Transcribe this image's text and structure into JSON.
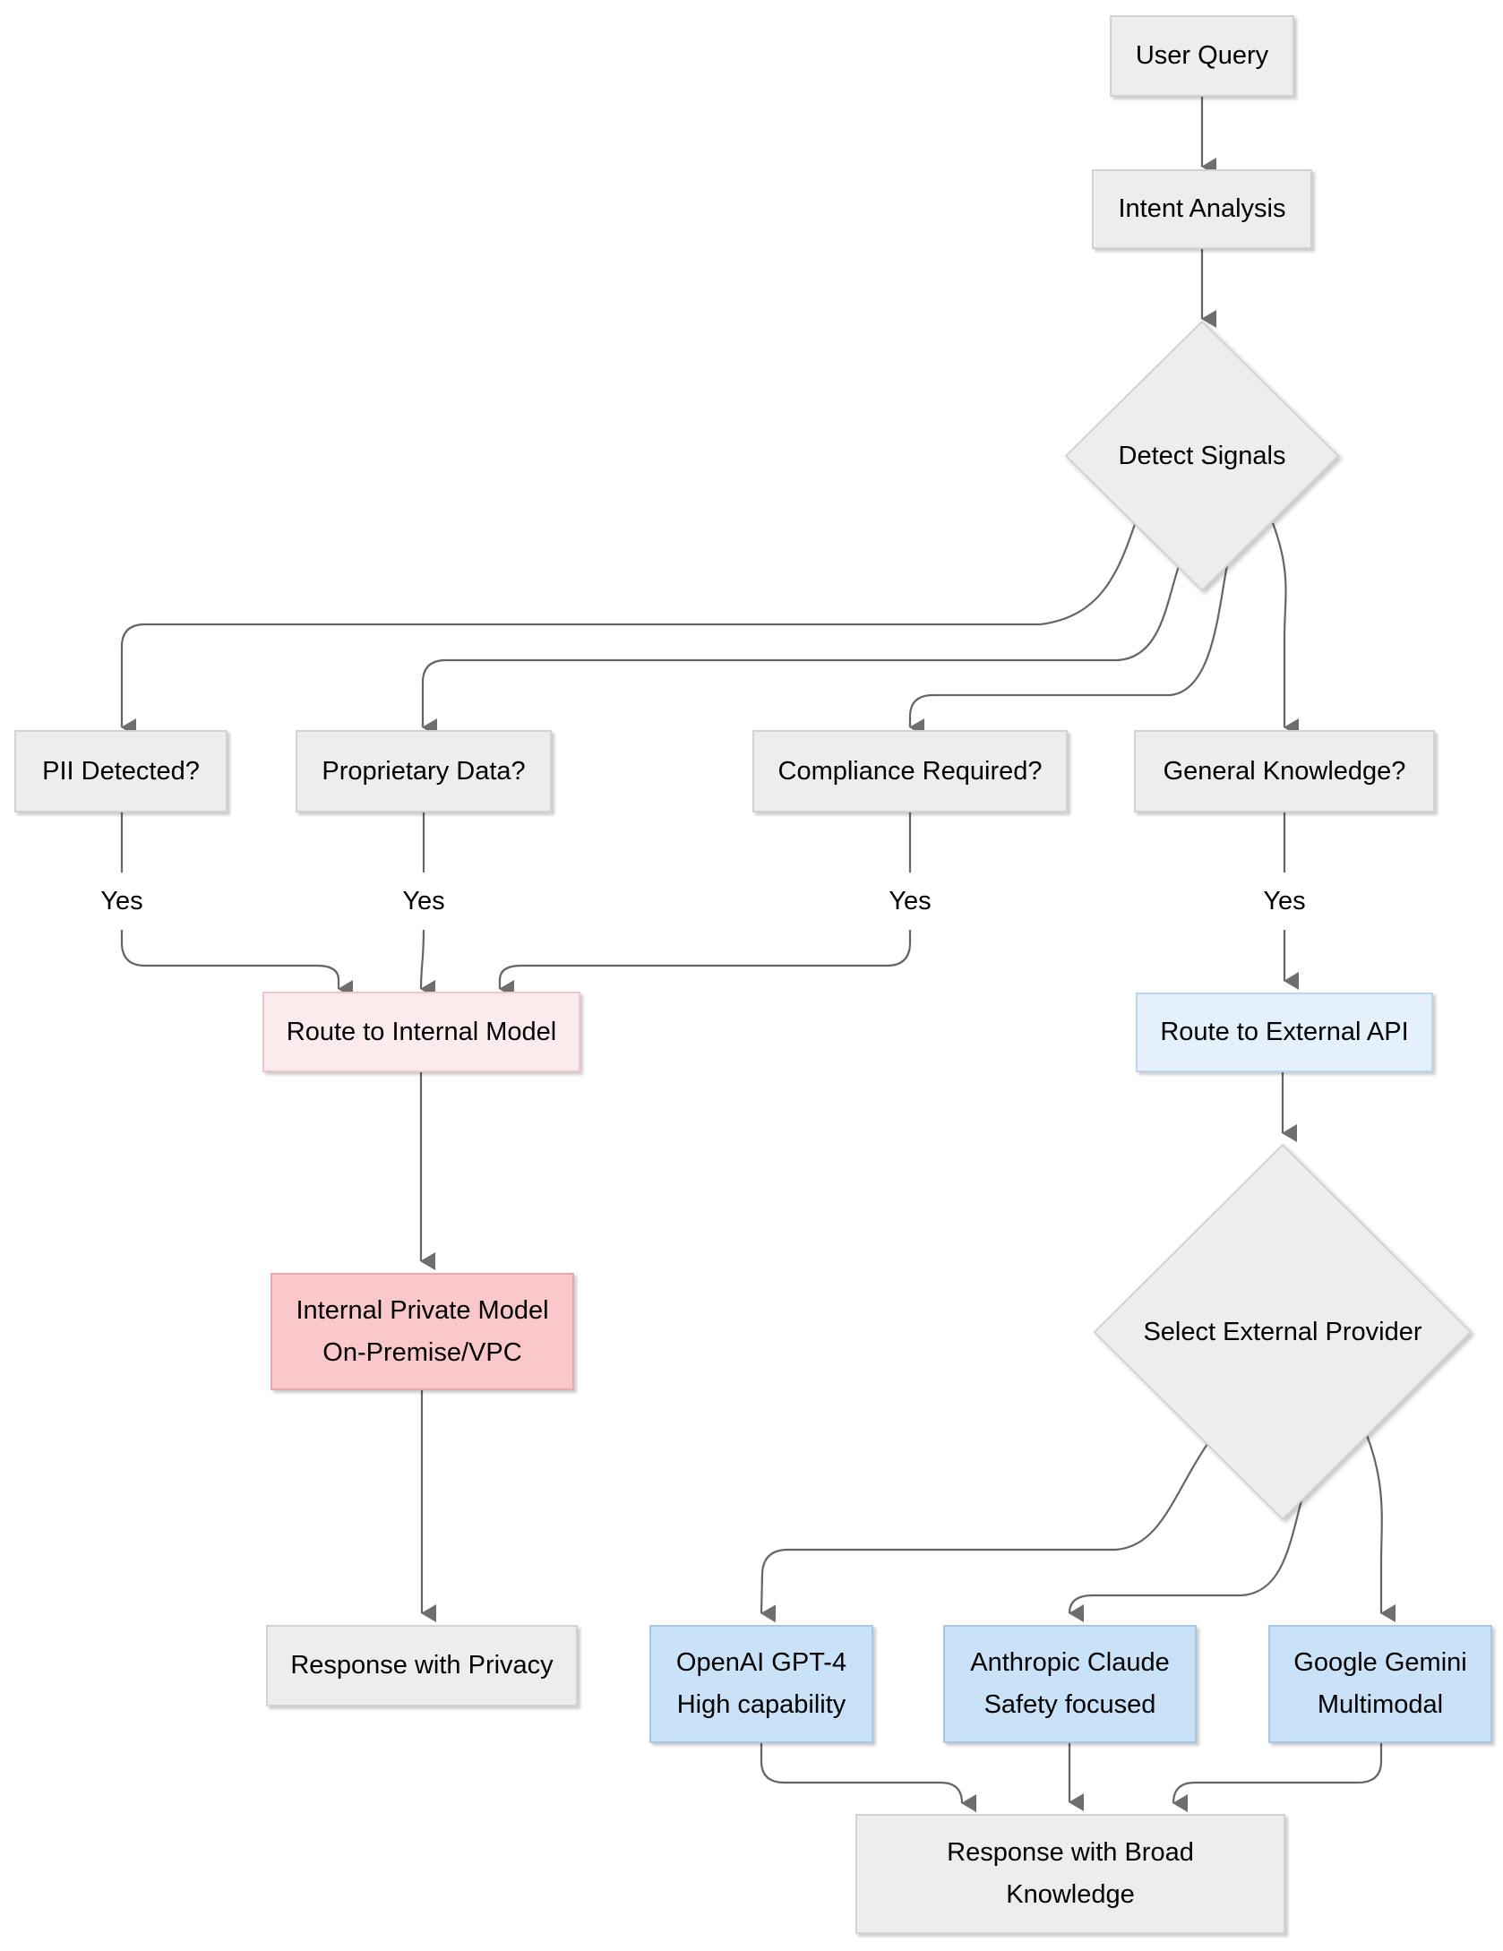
{
  "diagram_type": "flowchart",
  "colors": {
    "background": "#ffffff",
    "edge_line": "#656565",
    "arrowhead": "#6e6e6e",
    "node_gray_fill": "#ededed",
    "node_gray_border": "#d2d2d2",
    "pink_light_fill": "#fcebed",
    "pink_light_border": "#f0c6cb",
    "pink_fill": "#fac8cb",
    "pink_border": "#e9a8ad",
    "blue_light_fill": "#e4f1fc",
    "blue_light_border": "#b9d7ee",
    "blue_fill": "#c9e2f8",
    "blue_border": "#a6c8e6",
    "text": "#000000"
  },
  "nodes": {
    "user_query": {
      "label": "User Query"
    },
    "intent_analysis": {
      "label": "Intent Analysis"
    },
    "detect_signals": {
      "label": "Detect Signals"
    },
    "pii": {
      "label": "PII Detected?"
    },
    "proprietary": {
      "label": "Proprietary Data?"
    },
    "compliance": {
      "label": "Compliance Required?"
    },
    "general_knowledge": {
      "label": "General Knowledge?"
    },
    "route_internal": {
      "label": "Route to Internal Model"
    },
    "route_external": {
      "label": "Route to External API"
    },
    "internal_model": {
      "line1": "Internal Private Model",
      "line2": "On-Premise/VPC"
    },
    "select_provider": {
      "label": "Select External Provider"
    },
    "response_privacy": {
      "label": "Response with Privacy"
    },
    "openai": {
      "line1": "OpenAI GPT-4",
      "line2": "High capability"
    },
    "anthropic": {
      "line1": "Anthropic Claude",
      "line2": "Safety focused"
    },
    "gemini": {
      "line1": "Google Gemini",
      "line2": "Multimodal"
    },
    "response_broad": {
      "line1": "Response with Broad",
      "line2": "Knowledge"
    }
  },
  "edge_labels": {
    "pii_yes": "Yes",
    "proprietary_yes": "Yes",
    "compliance_yes": "Yes",
    "general_yes": "Yes"
  }
}
